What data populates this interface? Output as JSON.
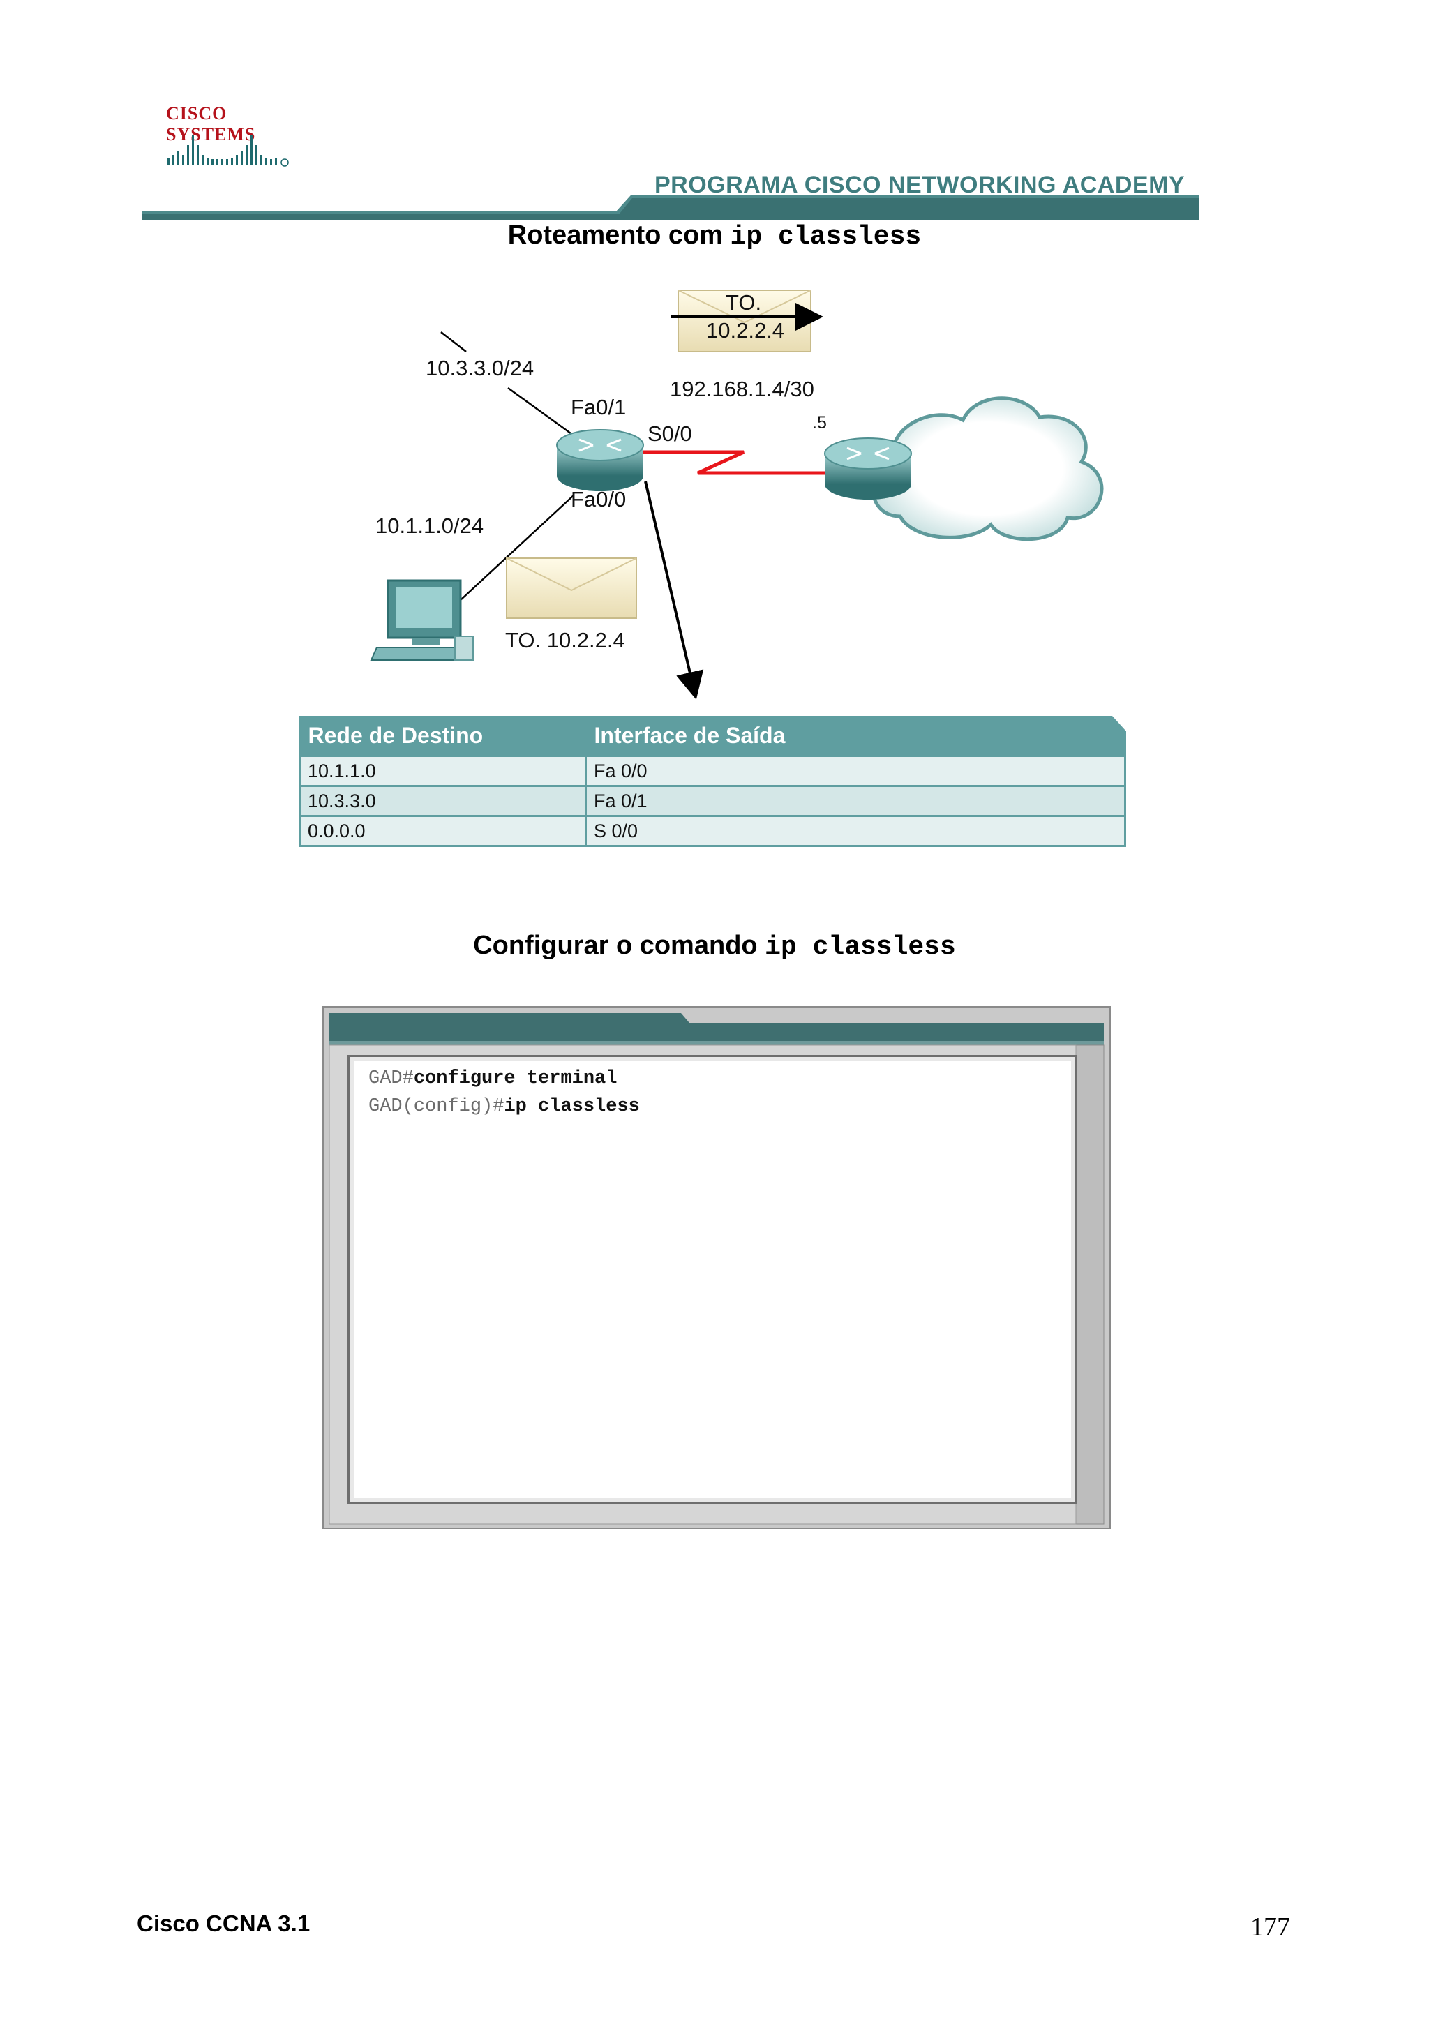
{
  "header": {
    "logo_text": "CISCO SYSTEMS",
    "academy_title": "PROGRAMA CISCO NETWORKING ACADEMY",
    "band_color": "#3a7172"
  },
  "section1": {
    "title_text": "Roteamento com ",
    "title_code": "ip classless"
  },
  "diagram": {
    "envelope_top": {
      "line1": "TO.",
      "line2": "10.2.2.4"
    },
    "net_fa01": "10.3.3.0/24",
    "net_fa00": "10.1.1.0/24",
    "net_serial": "192.168.1.4/30",
    "host_suffix": ".5",
    "if_fa01": "Fa0/1",
    "if_s00": "S0/0",
    "if_fa00": "Fa0/0",
    "envelope_bottom": "TO. 10.2.2.4",
    "serial_link_color": "#e8151b"
  },
  "route_table": {
    "headers": [
      "Rede de Destino",
      "Interface de Saída"
    ],
    "rows": [
      [
        "10.1.1.0",
        "Fa 0/0"
      ],
      [
        "10.3.3.0",
        "Fa 0/1"
      ],
      [
        "0.0.0.0",
        "S 0/0"
      ]
    ],
    "header_color": "#5f9ea0"
  },
  "section2": {
    "title_text": "Configurar o comando ",
    "title_code": "ip classless"
  },
  "terminal": {
    "lines": [
      {
        "prompt": "GAD#",
        "command": "configure terminal"
      },
      {
        "prompt": "GAD(config)#",
        "command": "ip classless"
      }
    ]
  },
  "footer": {
    "left": "Cisco CCNA 3.1",
    "page_number": "177"
  }
}
